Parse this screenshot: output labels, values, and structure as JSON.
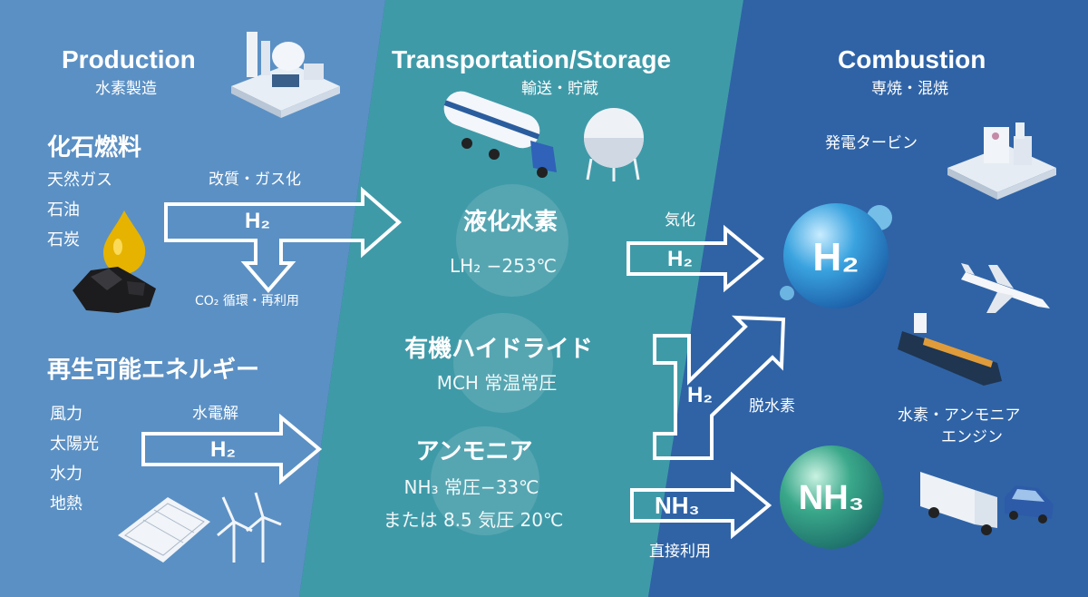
{
  "colors": {
    "production_bg": "#5b90c4",
    "transport_bg": "#3f9aa8",
    "combustion_bg": "#2f63a6",
    "h2_sphere": "#3aa3df",
    "nh3_sphere": "#3aa88a"
  },
  "production": {
    "heading": "Production",
    "subheading": "水素製造",
    "fossil": {
      "title": "化石燃料",
      "items": [
        "天然ガス",
        "石油",
        "石炭"
      ],
      "process": "改質・ガス化",
      "arrow_label": "H₂",
      "co2_note": "CO₂ 循環・再利用"
    },
    "renewable": {
      "title": "再生可能エネルギー",
      "items": [
        "風力",
        "太陽光",
        "水力",
        "地熱"
      ],
      "process": "水電解",
      "arrow_label": "H₂"
    }
  },
  "transport": {
    "heading": "Transportation/Storage",
    "subheading": "輸送・貯蔵",
    "lh2": {
      "title": "液化水素",
      "detail": "LH₂ −253℃"
    },
    "mch": {
      "title": "有機ハイドライド",
      "detail": "MCH 常温常圧"
    },
    "nh3": {
      "title": "アンモニア",
      "detail1": "NH₃ 常圧−33℃",
      "detail2": "または 8.5 気圧 20℃"
    }
  },
  "combustion": {
    "heading": "Combustion",
    "subheading": "専焼・混焼",
    "turbine": "発電タービン",
    "engine_line1": "水素・アンモニア",
    "engine_line2": "エンジン",
    "h2_sphere": "H₂",
    "nh3_sphere": "NH₃"
  },
  "links": {
    "vaporize": "気化",
    "vaporize_arrow": "H₂",
    "dehydrogenation": "脱水素",
    "dehydro_arrow": "H₂",
    "direct_use": "直接利用",
    "direct_arrow": "NH₃"
  },
  "icons": [
    "factory-icon",
    "droplet-icon",
    "coal-icon",
    "tanker-truck-icon",
    "storage-tank-icon",
    "power-plant-icon",
    "airplane-icon",
    "ship-icon",
    "truck-icon",
    "car-icon",
    "solar-panel-icon",
    "wind-turbine-icon"
  ]
}
